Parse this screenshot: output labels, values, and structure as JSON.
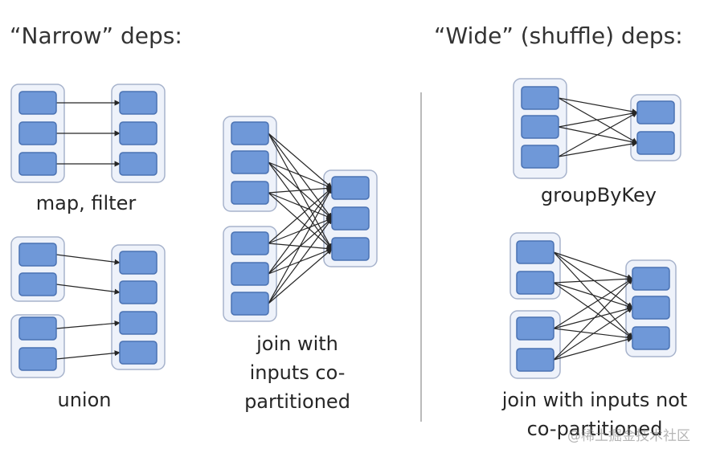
{
  "headers": {
    "narrow": "“Narrow” deps:",
    "wide": "“Wide” (shuffle) deps:"
  },
  "captions": {
    "map_filter": "map, filter",
    "union": "union",
    "join_copart_lines": [
      "join with",
      "inputs co-",
      "partitioned"
    ],
    "groupbykey": "groupByKey",
    "join_not_copart_lines": [
      "join with inputs not",
      "co-partitioned"
    ]
  },
  "watermark": "@稀土掘金技术社区",
  "colors": {
    "partition_fill": "#6f98d8",
    "partition_stroke": "#4a72b3",
    "rdd_fill": "#eef2fa",
    "rdd_stroke": "#a7b3cc",
    "edge": "#262626",
    "divider": "#bbbbbb"
  }
}
